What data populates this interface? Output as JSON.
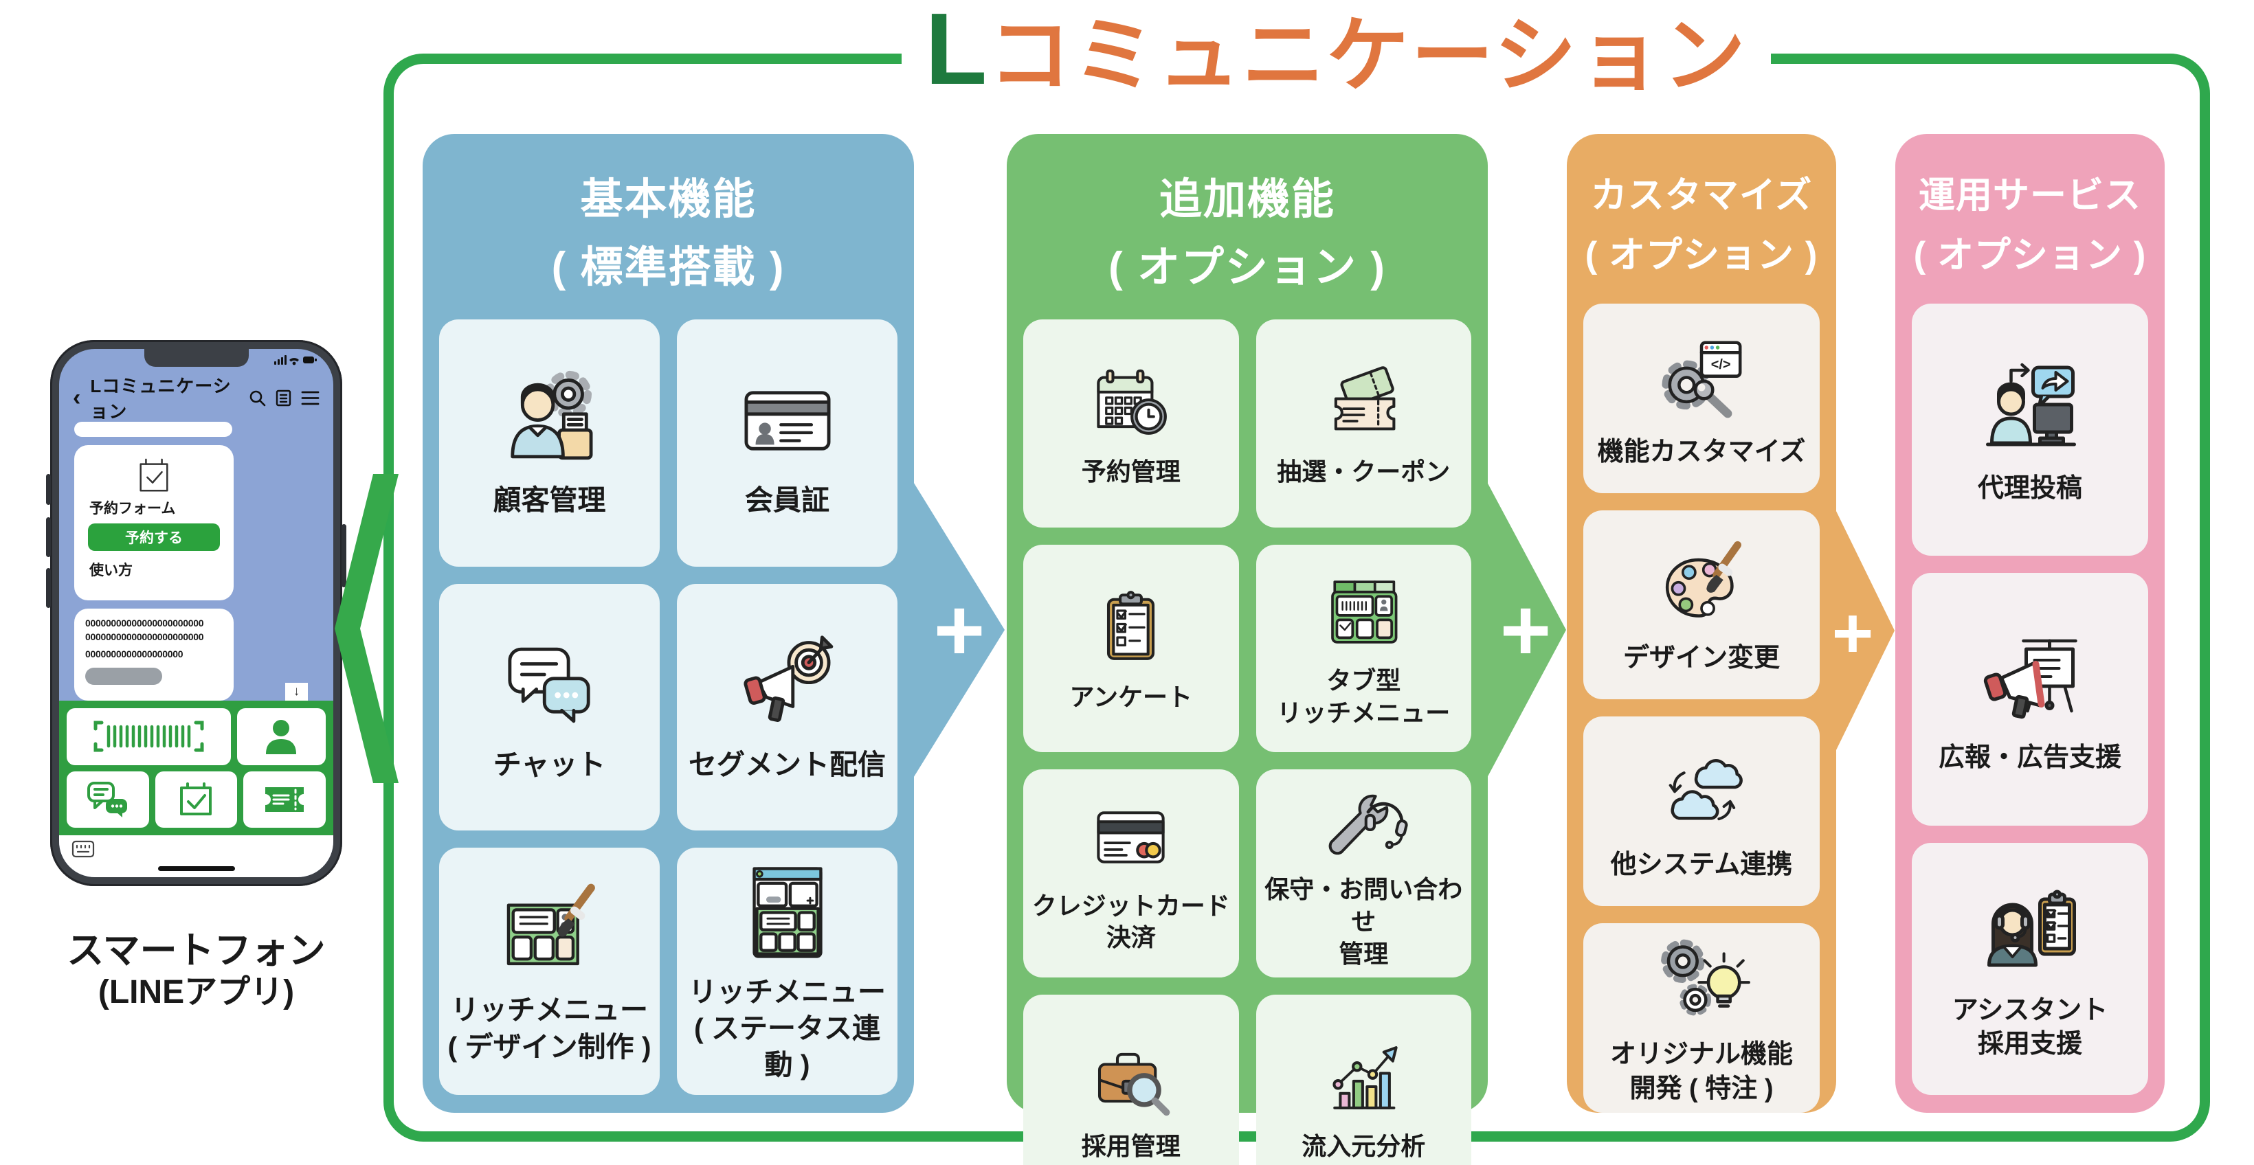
{
  "title": {
    "logo_letter": "L",
    "logo_text": "コミュニケーション"
  },
  "phone": {
    "back": "‹",
    "header_title": "Lコミュニケーション",
    "form_title": "予約フォーム",
    "reserve_button": "予約する",
    "usage_link": "使い方",
    "message_lines": "00000000000000000000000\n00000000000000000000000",
    "message_line3": "0000000000000000000",
    "scroll_down": "↓",
    "caption_line1": "スマートフォン",
    "caption_line2": "(LINEアプリ)",
    "richmenu_icons": [
      "barcode-icon",
      "person-icon",
      "chat-bubbles-icon",
      "calendar-check-icon",
      "ticket-icon"
    ]
  },
  "plus_sign": "+",
  "columns": [
    {
      "title": "基本機能\n( 標準搭載 )",
      "cells": [
        {
          "label": "顧客管理",
          "icon": "customer-management-icon"
        },
        {
          "label": "会員証",
          "icon": "membership-card-icon"
        },
        {
          "label": "チャット",
          "icon": "chat-icon"
        },
        {
          "label": "セグメント配信",
          "icon": "segment-broadcast-icon"
        },
        {
          "label": "リッチメニュー\n( デザイン制作 )",
          "icon": "rich-menu-design-icon"
        },
        {
          "label": "リッチメニュー\n( ステータス連動 )",
          "icon": "rich-menu-status-icon"
        }
      ]
    },
    {
      "title": "追加機能\n( オプション )",
      "cells": [
        {
          "label": "予約管理",
          "icon": "reservation-icon"
        },
        {
          "label": "抽選・クーポン",
          "icon": "coupon-icon"
        },
        {
          "label": "アンケート",
          "icon": "survey-icon"
        },
        {
          "label": "タブ型\nリッチメニュー",
          "icon": "tab-rich-menu-icon"
        },
        {
          "label": "クレジットカード\n決済",
          "icon": "credit-card-icon"
        },
        {
          "label": "保守・お問い合わせ\n管理",
          "icon": "support-icon"
        },
        {
          "label": "採用管理",
          "icon": "recruitment-icon"
        },
        {
          "label": "流入元分析",
          "icon": "analytics-icon"
        }
      ]
    },
    {
      "title": "カスタマイズ\n( オプション )",
      "cells": [
        {
          "label": "機能カスタマイズ",
          "icon": "function-customize-icon"
        },
        {
          "label": "デザイン変更",
          "icon": "design-change-icon"
        },
        {
          "label": "他システム連携",
          "icon": "system-integration-icon"
        },
        {
          "label": "オリジナル機能\n開発 ( 特注 )",
          "icon": "original-development-icon"
        }
      ]
    },
    {
      "title": "運用サービス\n( オプション )",
      "cells": [
        {
          "label": "代理投稿",
          "icon": "proxy-posting-icon"
        },
        {
          "label": "広報・広告支援",
          "icon": "pr-advertising-icon"
        },
        {
          "label": "アシスタント\n採用支援",
          "icon": "assistant-recruitment-icon"
        }
      ]
    }
  ],
  "colors": {
    "frame_green": "#2fa84d",
    "title_l_green": "#1e7a3e",
    "title_orange": "#e0763f",
    "basic_blue": "#7fb5cf",
    "addon_green": "#76bf72",
    "customize_orange": "#e8ac64",
    "operation_pink": "#efa3ba",
    "line_green": "#2f9e41",
    "chat_background": "#8ca4d5"
  }
}
